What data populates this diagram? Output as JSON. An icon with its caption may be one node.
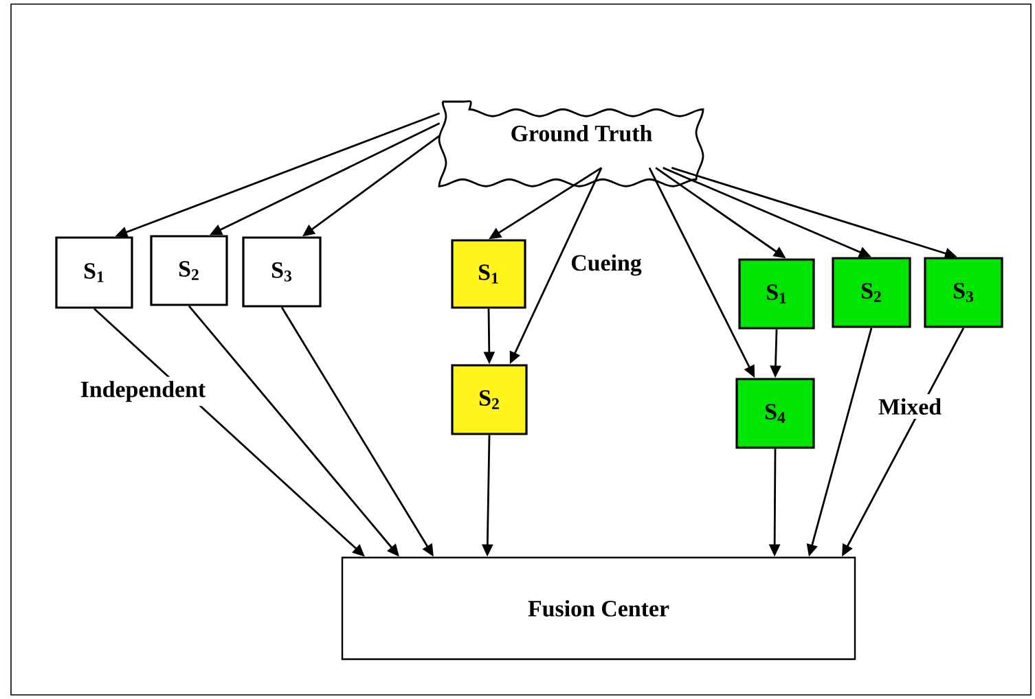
{
  "diagram": {
    "nodes": [
      {
        "text": [
          "Ground Truth"
        ]
      },
      {
        "text": [
          "S$_{1}$"
        ]
      },
      {
        "text": [
          "S$_{2}$"
        ]
      },
      {
        "text": [
          "S$_{3}$"
        ]
      },
      {
        "text": [
          "S$_{1}$"
        ]
      },
      {
        "text": [
          "S$_{2}$"
        ]
      },
      {
        "text": [
          "S$_{1}$"
        ]
      },
      {
        "text": [
          "S$_{2}$"
        ]
      },
      {
        "text": [
          "S$_{3}$"
        ]
      },
      {
        "text": [
          "S$_{4}$"
        ]
      },
      {
        "text": [
          "Fusion Center"
        ]
      }
    ],
    "edges": [
      {
        "from": 0,
        "to": 1,
        "arrow": "to"
      },
      {
        "from": 0,
        "to": 2,
        "arrow": "to"
      },
      {
        "from": 0,
        "to": 3,
        "arrow": "to"
      },
      {
        "from": 0,
        "to": 4,
        "arrow": "to"
      },
      {
        "from": 0,
        "to": 5,
        "arrow": "to"
      },
      {
        "from": 0,
        "to": 9,
        "arrow": "to"
      },
      {
        "from": 0,
        "to": 6,
        "arrow": "to"
      },
      {
        "from": 0,
        "to": 7,
        "arrow": "to"
      },
      {
        "from": 0,
        "to": 8,
        "arrow": "to"
      },
      {
        "from": 4,
        "to": 5,
        "arrow": "to"
      },
      {
        "from": 6,
        "to": 9,
        "arrow": "to"
      },
      {
        "from": 1,
        "to": 10,
        "arrow": "to"
      },
      {
        "from": 2,
        "to": 10,
        "arrow": "to"
      },
      {
        "from": 3,
        "to": 10,
        "arrow": "to"
      },
      {
        "from": 5,
        "to": 10,
        "arrow": "to"
      },
      {
        "from": 9,
        "to": 10,
        "arrow": "to"
      },
      {
        "from": 7,
        "to": 10,
        "arrow": "to"
      },
      {
        "from": 8,
        "to": 10,
        "arrow": "to"
      }
    ],
    "labels": [
      "Independent",
      "Cueing",
      "Mixed"
    ]
  }
}
